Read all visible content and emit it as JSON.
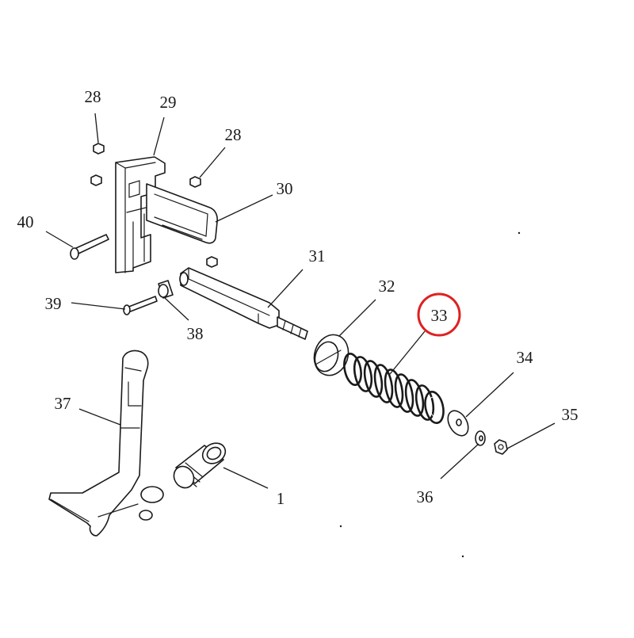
{
  "diagram": {
    "highlight_color": "#e02020",
    "line_color": "#1a1a1a",
    "highlighted_part": "33",
    "labels": {
      "p1": "1",
      "p28a": "28",
      "p28b": "28",
      "p29": "29",
      "p30": "30",
      "p31": "31",
      "p32": "32",
      "p33": "33",
      "p34": "34",
      "p35": "35",
      "p36": "36",
      "p37": "37",
      "p38": "38",
      "p39": "39",
      "p40": "40"
    }
  }
}
